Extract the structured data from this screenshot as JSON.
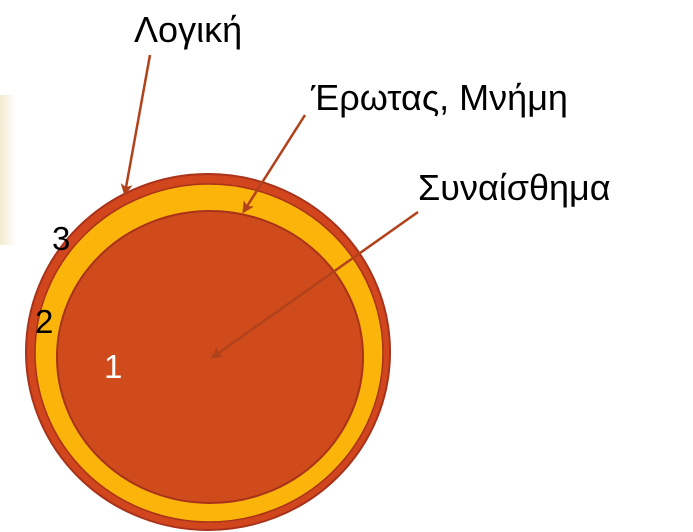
{
  "labels": {
    "logic": "Λογική",
    "love_memory": "Έρωτας, Μνήμη",
    "emotion": "Συναίσθημα"
  },
  "layers": [
    {
      "number": "3",
      "color": "#d2461e"
    },
    {
      "number": "2",
      "color": "#fbb50a"
    },
    {
      "number": "1",
      "color": "#d04b1b"
    }
  ],
  "colors": {
    "outer_ring": "#d2461e",
    "middle_ring": "#fbb50a",
    "core": "#d04b1b",
    "outline": "#a8321a",
    "arrow": "#b1421c"
  }
}
